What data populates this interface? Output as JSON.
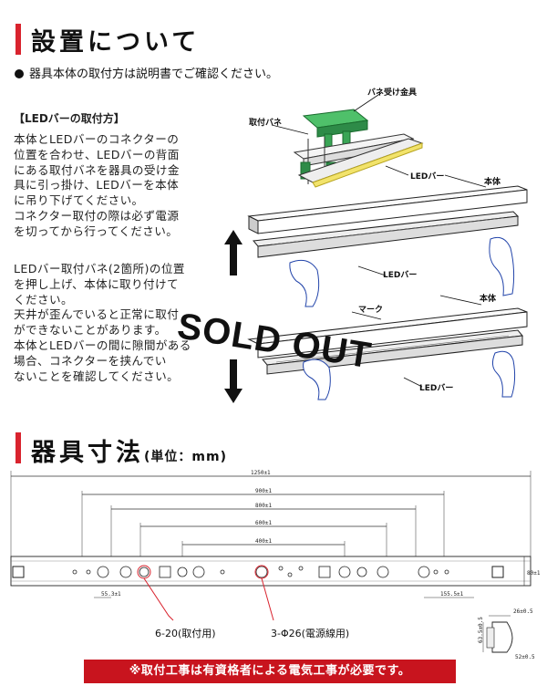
{
  "section1": {
    "title": "設置について",
    "note": "器具本体の取付方は説明書でご確認ください。"
  },
  "instructions": {
    "heading": "【LEDバーの取付方】",
    "para1": [
      "本体とLEDバーのコネクターの",
      "位置を合わせ、LEDバーの背面",
      "にある取付バネを器具の受け金",
      "具に引っ掛け、LEDバーを本体",
      "に吊り下げてください。",
      "コネクター取付の際は必ず電源",
      "を切ってから行ってください。"
    ],
    "para2": [
      "LEDバー取付バネ(2箇所)の位置",
      "を押し上げ、本体に取り付けて",
      "ください。",
      "天井が歪んでいると正常に取付",
      "ができないことがあります。",
      "本体とLEDバーの間に隙間がある",
      "場合、コネクターを挟んでい",
      "ないことを確認してください。"
    ]
  },
  "figure_labels": {
    "spring_bracket": "バネ受け金具",
    "mount_spring": "取付バネ",
    "led_bar": "LEDバー",
    "body": "本体",
    "mark": "マーク"
  },
  "stamp": "SOLD OUT",
  "section2": {
    "title": "器具寸法",
    "unit": "(単位：mm)"
  },
  "dimensions": {
    "overall": "1250±1",
    "d900": "900±1",
    "d800": "800±1",
    "d600": "600±1",
    "d400": "400±1",
    "left_offset": "55.3±1",
    "right_offset": "155.5±1",
    "height": "80±1",
    "side_width": "26±0.5",
    "side_h1": "63.5±0.5",
    "side_h2": "52±0.5",
    "mount_holes": "6-20(取付用)",
    "power_holes": "3-Φ26(電源線用)"
  },
  "warning": "※取付工事は有資格者による電気工事が必要です。",
  "colors": {
    "accent": "#d9232e",
    "warning_bg": "#c8141e",
    "callout": "#d9232e"
  }
}
